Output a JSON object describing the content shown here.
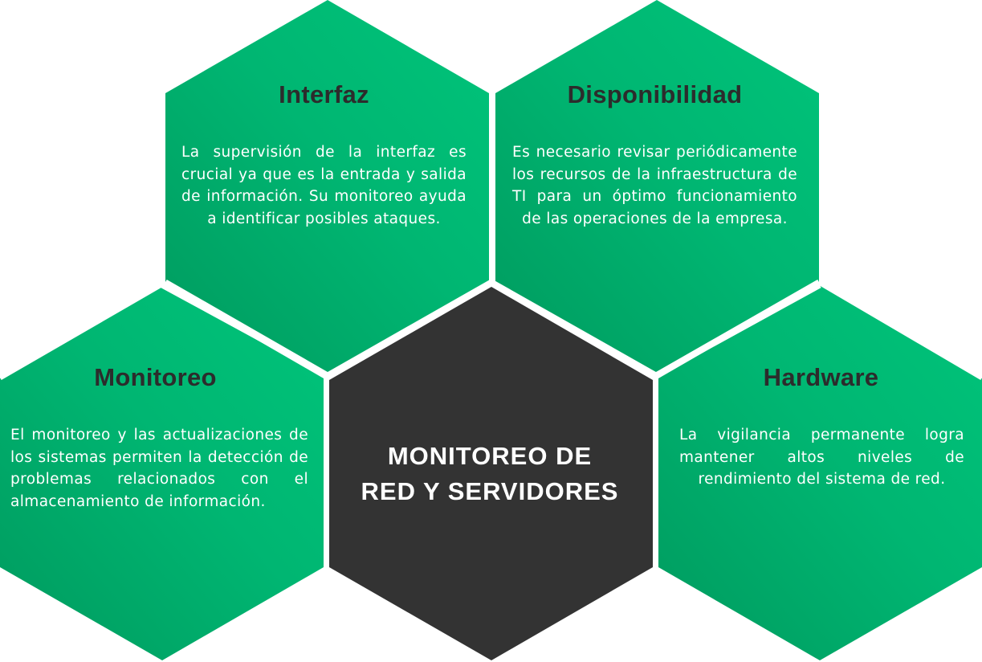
{
  "colors": {
    "green_light": "#00c47a",
    "green_dark": "#009a5e",
    "center_dark": "#333333",
    "title_text": "#2c2c2c",
    "body_text": "#ffffff",
    "gap": "#ffffff"
  },
  "center": {
    "line1": "MONITOREO DE",
    "line2": "RED Y SERVIDORES"
  },
  "hexagons": [
    {
      "id": "interfaz",
      "title": "Interfaz",
      "text": "La supervisión de la interfaz es crucial ya que es la entrada y salida de información. Su monitoreo ayuda a identificar posibles ataques."
    },
    {
      "id": "disponibilidad",
      "title": "Disponibilidad",
      "text": "Es necesario revisar periódicamente los recursos de la infraestructura de TI para un óptimo funcionamiento de las operaciones de la empresa."
    },
    {
      "id": "monitoreo",
      "title": "Monitoreo",
      "text": "El monitoreo y las actualizaciones de los sistemas permiten la detección de problemas relacionados con el almacenamiento de información."
    },
    {
      "id": "hardware",
      "title": "Hardware",
      "text": "La vigilancia permanente logra mantener altos niveles de rendimiento del sistema de red."
    }
  ]
}
